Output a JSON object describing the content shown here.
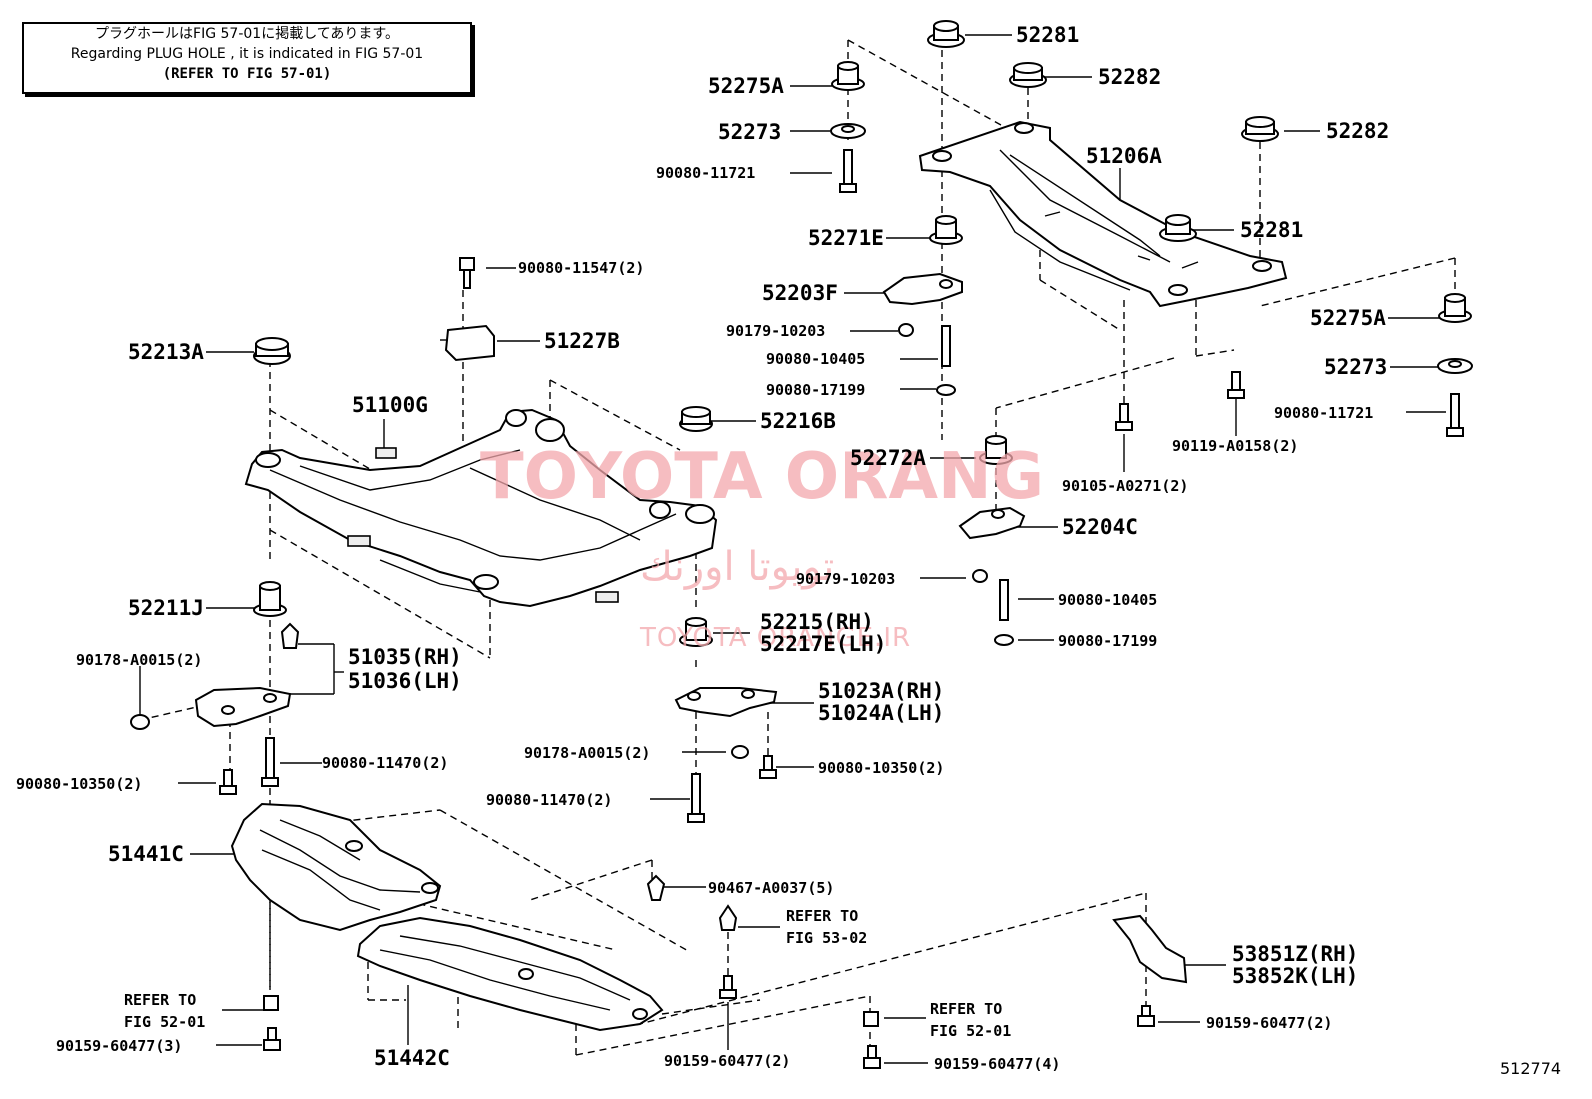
{
  "note": {
    "line1": "プラグホールはFIG 57-01に掲載してあります。",
    "line2": "Regarding  PLUG  HOLE , it is indicated in FIG  57-01",
    "line3": "(REFER TO FIG 57-01)"
  },
  "watermark": {
    "latin": "TOYOTA ORANG",
    "arabic": "تويوتا اورنك",
    "small": "TOYOTA ORANGE.IR"
  },
  "figure_id": "512774",
  "labels": {
    "p52281_top": "52281",
    "p52275A_top": "52275A",
    "p52282_top": "52282",
    "p52273_top": "52273",
    "p52282_right": "52282",
    "p90080_11721_top": "90080-11721",
    "p51206A": "51206A",
    "p52281_right": "52281",
    "p52271E": "52271E",
    "p90080_11547": "90080-11547(2)",
    "p52203F": "52203F",
    "p51227B": "51227B",
    "p90179_10203_top": "90179-10203",
    "p52275A_right": "52275A",
    "p52213A": "52213A",
    "p90080_10405_top": "90080-10405",
    "p52273_right": "52273",
    "p90080_17199_top": "90080-17199",
    "p51100G": "51100G",
    "p90080_11721_right": "90080-11721",
    "p52216B": "52216B",
    "p90119_A0158": "90119-A0158(2)",
    "p52272A": "52272A",
    "p90105_A0271": "90105-A0271(2)",
    "p52204C": "52204C",
    "p90179_10203_mid": "90179-10203",
    "p52211J": "52211J",
    "p90080_10405_mid": "90080-10405",
    "p52215": "52215(RH)",
    "p52217E": "52217E(LH)",
    "p90080_17199_mid": "90080-17199",
    "p90178_A0015_left": "90178-A0015(2)",
    "p51035": "51035(RH)",
    "p51036": "51036(LH)",
    "p51023A": "51023A(RH)",
    "p51024A": "51024A(LH)",
    "p90178_A0015_mid": "90178-A0015(2)",
    "p90080_11470_left": "90080-11470(2)",
    "p90080_10350_mid": "90080-10350(2)",
    "p90080_10350_left": "90080-10350(2)",
    "p90080_11470_mid": "90080-11470(2)",
    "p51441C": "51441C",
    "p90467_A0037": "90467-A0037(5)",
    "refer_53_02_a": "REFER TO",
    "refer_53_02_b": "FIG 53-02",
    "p53851Z": "53851Z(RH)",
    "p53852K": "53852K(LH)",
    "refer_52_01_left_a": "REFER TO",
    "refer_52_01_left_b": "FIG 52-01",
    "refer_52_01_mid_a": "REFER TO",
    "refer_52_01_mid_b": "FIG 52-01",
    "p90159_60477_right": "90159-60477(2)",
    "p90159_60477_left": "90159-60477(3)",
    "p51442C": "51442C",
    "p90159_60477_mid": "90159-60477(2)",
    "p90159_60477_bottom": "90159-60477(4)"
  }
}
